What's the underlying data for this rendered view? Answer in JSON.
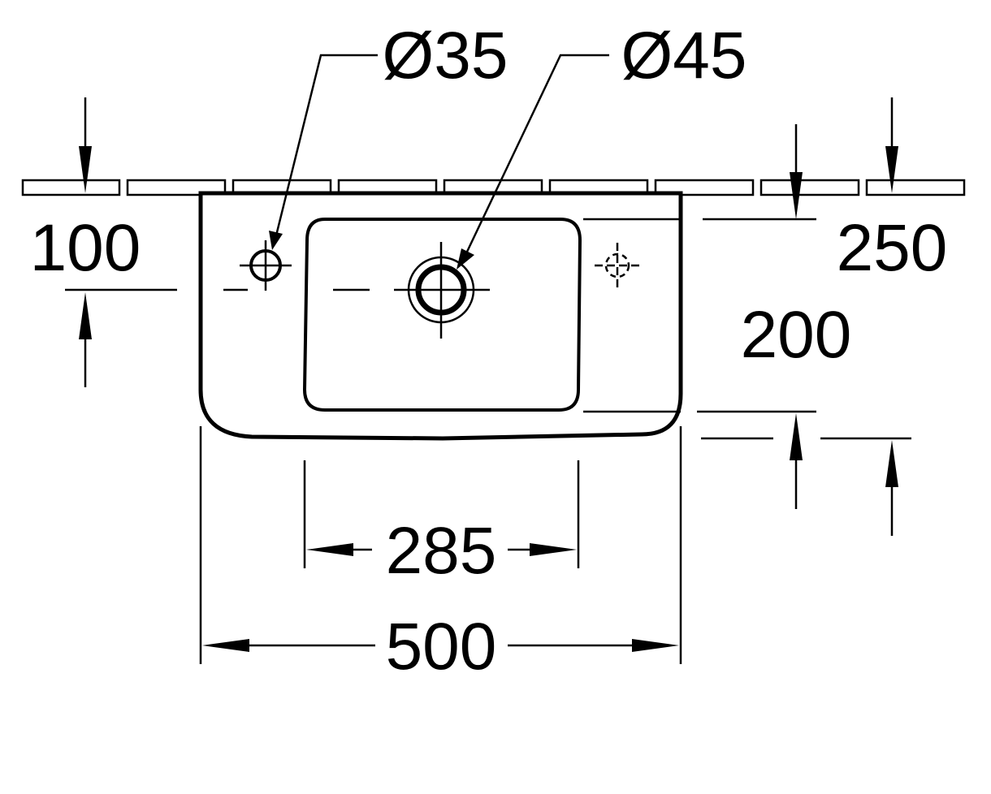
{
  "drawing": {
    "labels": {
      "tap_hole_diameter": "Ø35",
      "drain_diameter": "Ø45",
      "tap_hole_offset": "100",
      "total_depth": "250",
      "bowl_depth": "200",
      "bowl_width": "285",
      "total_width": "500"
    },
    "colors": {
      "line": "#000000",
      "background": "#ffffff"
    }
  }
}
